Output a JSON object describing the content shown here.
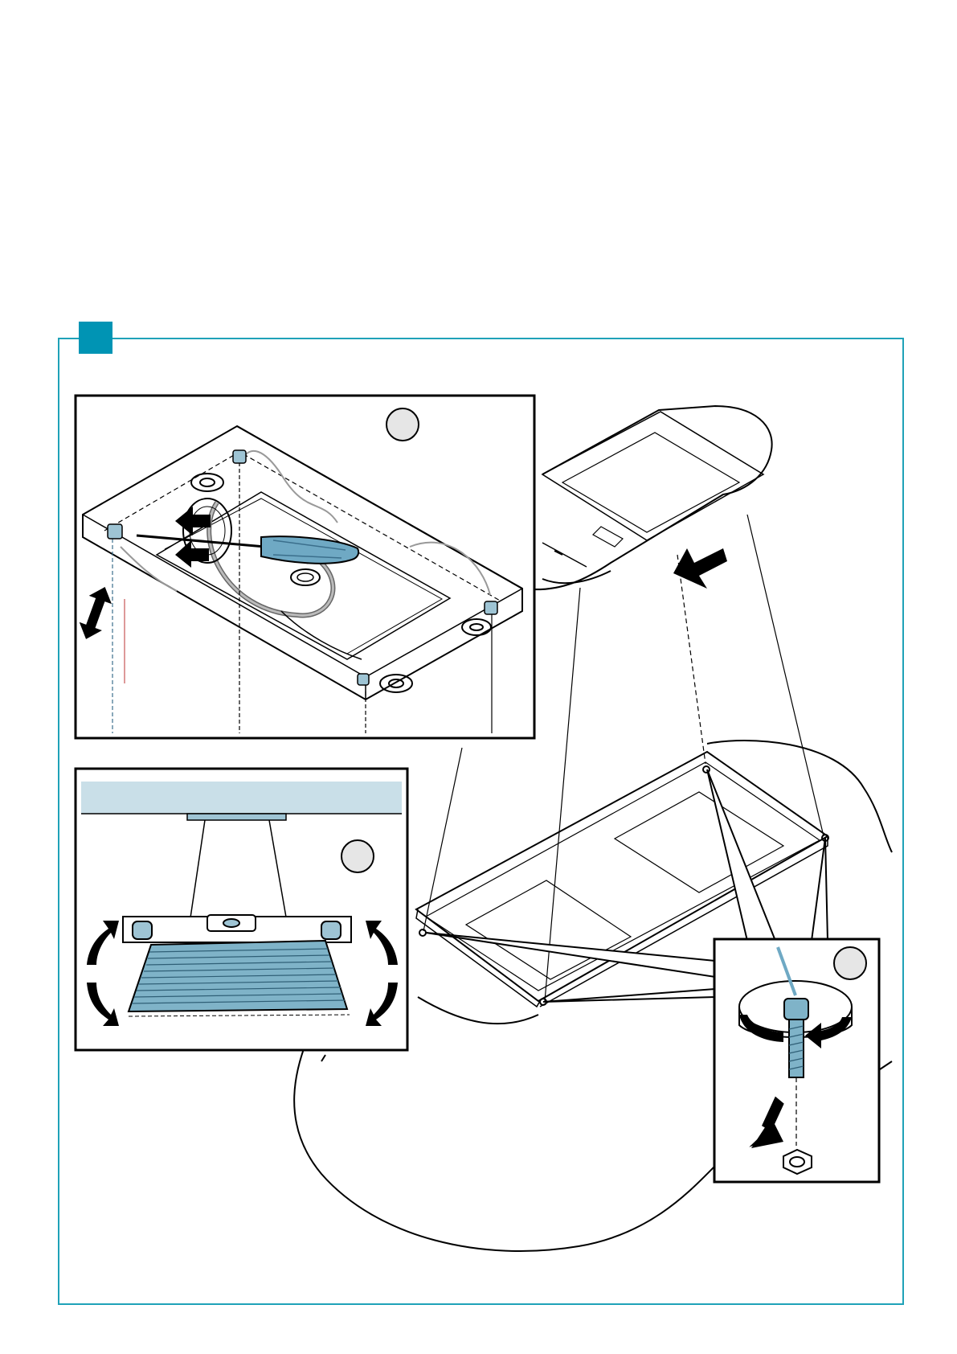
{
  "page": {
    "step_marker_color": "#0094b4",
    "frame_color": "#1fa2b8",
    "accent_blue": "#7fb3c8",
    "ceiling_tint": "#c9dfe8"
  },
  "panels": [
    {
      "id": "panel-a",
      "circle_label": ""
    },
    {
      "id": "panel-b",
      "circle_label": ""
    },
    {
      "id": "panel-c",
      "circle_label": ""
    }
  ],
  "icons": {
    "screwdriver": "screwdriver-icon",
    "spirit_level": "spirit-level-icon",
    "bolt": "bolt-icon",
    "nut": "nut-icon"
  }
}
